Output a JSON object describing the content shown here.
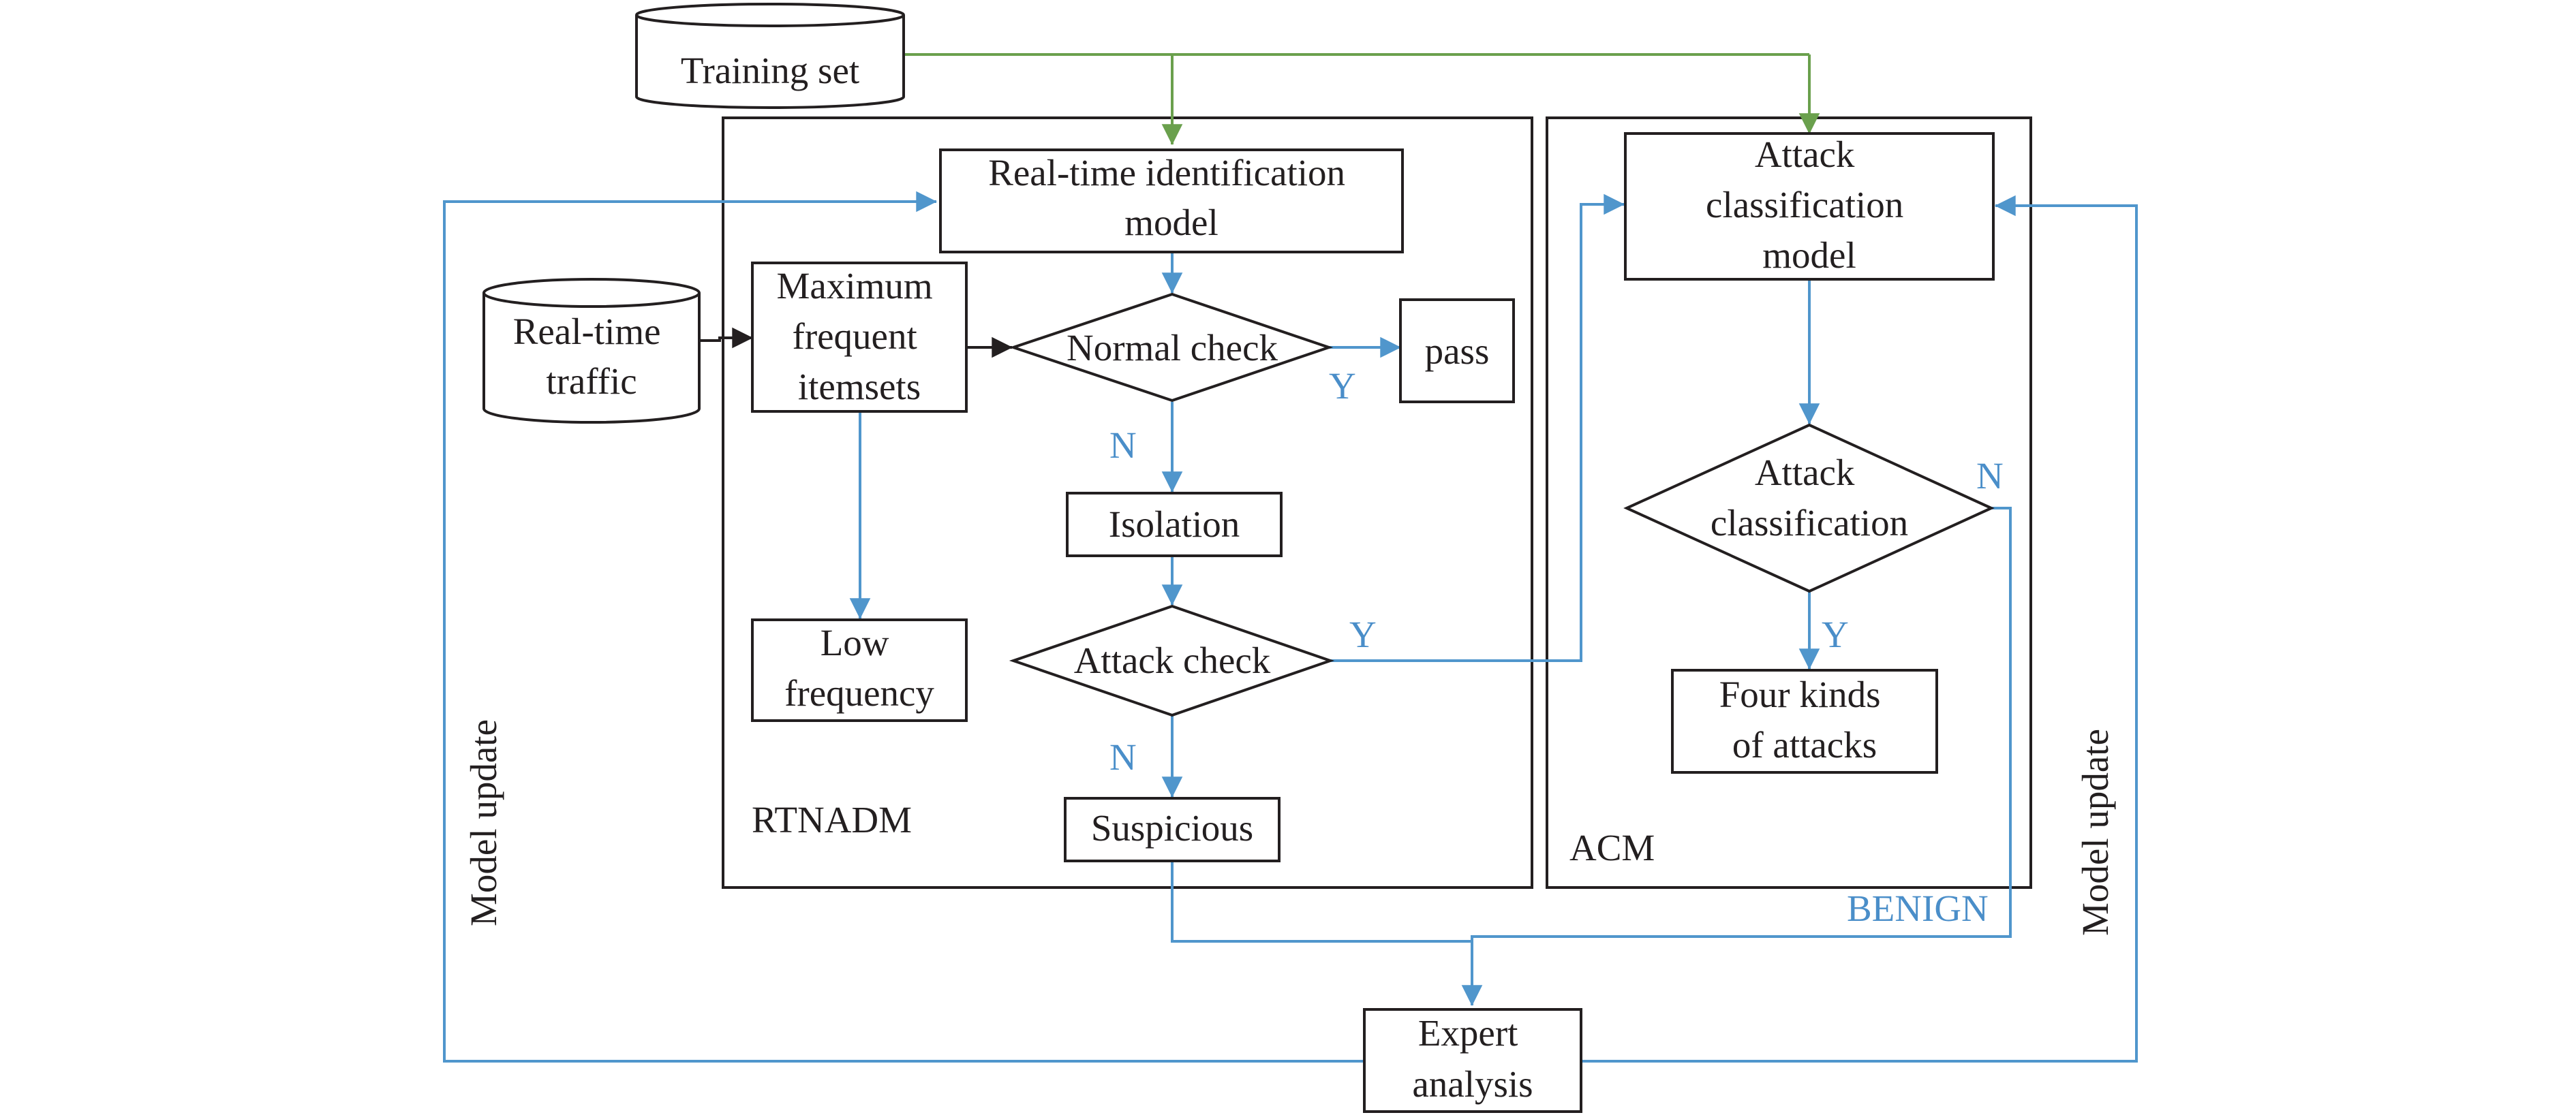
{
  "colors": {
    "text": "#231f20",
    "flow_arrow": "#5096cc",
    "training_arrow": "#6aa04d",
    "label_blue": "#4a8ec9"
  },
  "databases": {
    "training_set": "Training set",
    "realtime_traffic": [
      "Real-time",
      "traffic"
    ]
  },
  "modules": {
    "rtnadm": "RTNADM",
    "acm": "ACM"
  },
  "nodes": {
    "realtime_identification_model": [
      "Real-time identification",
      "model"
    ],
    "maximum_frequent_itemsets": [
      "Maximum",
      "frequent",
      "itemsets"
    ],
    "normal_check": "Normal check",
    "pass": "pass",
    "isolation": "Isolation",
    "attack_check": "Attack check",
    "low_frequency": [
      "Low",
      "frequency"
    ],
    "suspicious": "Suspicious",
    "attack_classification_model": [
      "Attack",
      "classification",
      "model"
    ],
    "attack_classification": [
      "Attack",
      "classification"
    ],
    "four_kinds_of_attacks": [
      "Four kinds",
      "of attacks"
    ],
    "expert_analysis": [
      "Expert",
      "analysis"
    ]
  },
  "edge_labels": {
    "normal_yes": "Y",
    "normal_no": "N",
    "attack_yes": "Y",
    "attack_no": "N",
    "classification_no": "N",
    "classification_yes": "Y",
    "benign": "BENIGN"
  },
  "side_labels": {
    "model_update_left": "Model update",
    "model_update_right": "Model update"
  }
}
